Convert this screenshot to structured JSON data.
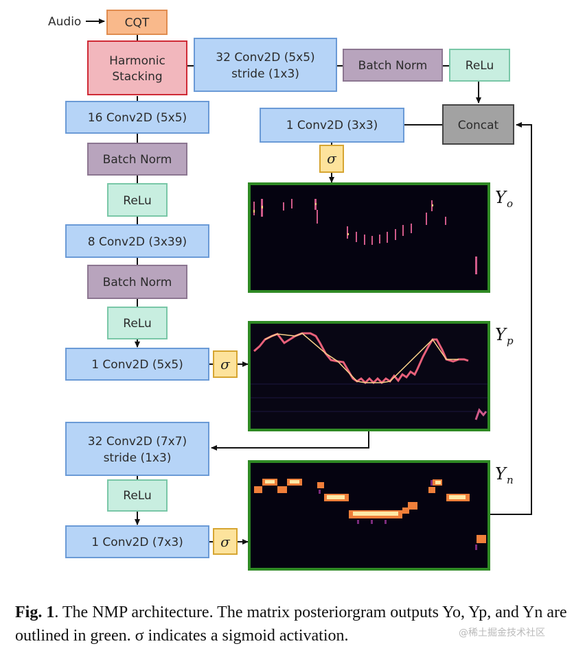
{
  "input_label": "Audio",
  "colors": {
    "conv": "#b6d4f7",
    "conv_border": "#6a9ad6",
    "batchnorm": "#b8a4bd",
    "batchnorm_border": "#8c7691",
    "relu": "#c8eee0",
    "relu_border": "#79c7a7",
    "cqt": "#f9b98b",
    "cqt_border": "#e08c4f",
    "harmonic": "#f2b7bd",
    "harmonic_border": "#cf2a35",
    "concat": "#a2a2a2",
    "concat_border": "#444444",
    "sigma": "#fde39c",
    "sigma_border": "#d6a531",
    "posteriorgram_border": "#2f8a24",
    "posteriorgram_bg": "#050310"
  },
  "blocks": {
    "cqt": "CQT",
    "harmonic_line1": "Harmonic",
    "harmonic_line2": "Stacking",
    "conv32_5x5_line1": "32 Conv2D (5x5)",
    "conv32_5x5_line2": "stride (1x3)",
    "batchnorm_top": "Batch Norm",
    "relu_top": "ReLu",
    "concat": "Concat",
    "conv1_3x3": "1 Conv2D (3x3)",
    "conv16_5x5": "16 Conv2D (5x5)",
    "batchnorm_1": "Batch Norm",
    "relu_1": "ReLu",
    "conv8_3x39": "8 Conv2D (3x39)",
    "batchnorm_2": "Batch Norm",
    "relu_2": "ReLu",
    "conv1_5x5": "1 Conv2D (5x5)",
    "conv32_7x7_line1": "32 Conv2D (7x7)",
    "conv32_7x7_line2": "stride (1x3)",
    "relu_3": "ReLu",
    "conv1_7x3": "1 Conv2D (7x3)",
    "sigma": "σ"
  },
  "outputs": {
    "yo": {
      "main": "Y",
      "sub": "o"
    },
    "yp": {
      "main": "Y",
      "sub": "p"
    },
    "yn": {
      "main": "Y",
      "sub": "n"
    }
  },
  "caption": {
    "fig_label": "Fig. 1",
    "text": ". The NMP architecture. The matrix posteriorgram outputs Yo, Yp, and Yn are outlined in green. σ indicates a sigmoid activation."
  },
  "watermark": "@稀土掘金技术社区"
}
